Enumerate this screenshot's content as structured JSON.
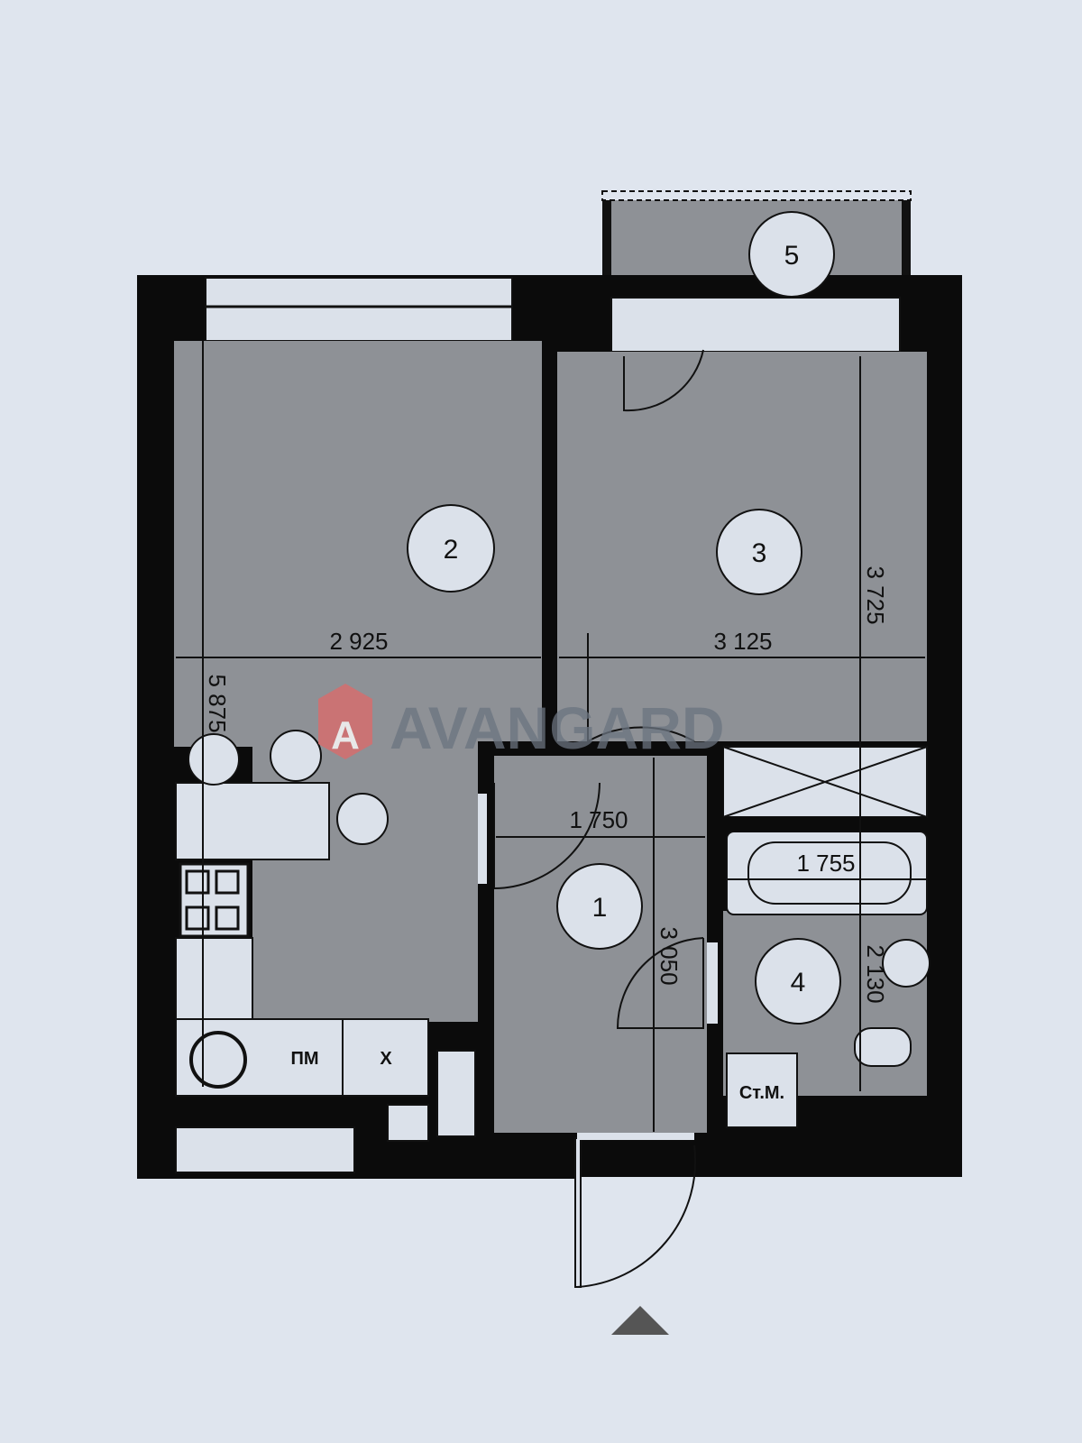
{
  "watermark": {
    "brand": "AVANGARD",
    "logo_letter": "A"
  },
  "rooms": [
    {
      "number": "1"
    },
    {
      "number": "2"
    },
    {
      "number": "3"
    },
    {
      "number": "4"
    },
    {
      "number": "5"
    }
  ],
  "dimensions": {
    "room2_width": "2 925",
    "room3_width": "3 125",
    "room3_length": "3 725",
    "room2_length": "5 875",
    "hall_width": "1 750",
    "hall_length": "3 050",
    "bath_width": "1 755",
    "bath_length": "2 130"
  },
  "fixtures": {
    "fridge": "ПМ",
    "fridge2": "Х",
    "washer": "Ст.М."
  },
  "colors": {
    "wall": "#0b0b0b",
    "room": "#8e9196",
    "light": "#dbe1ea",
    "brand": "#d96b6b"
  }
}
